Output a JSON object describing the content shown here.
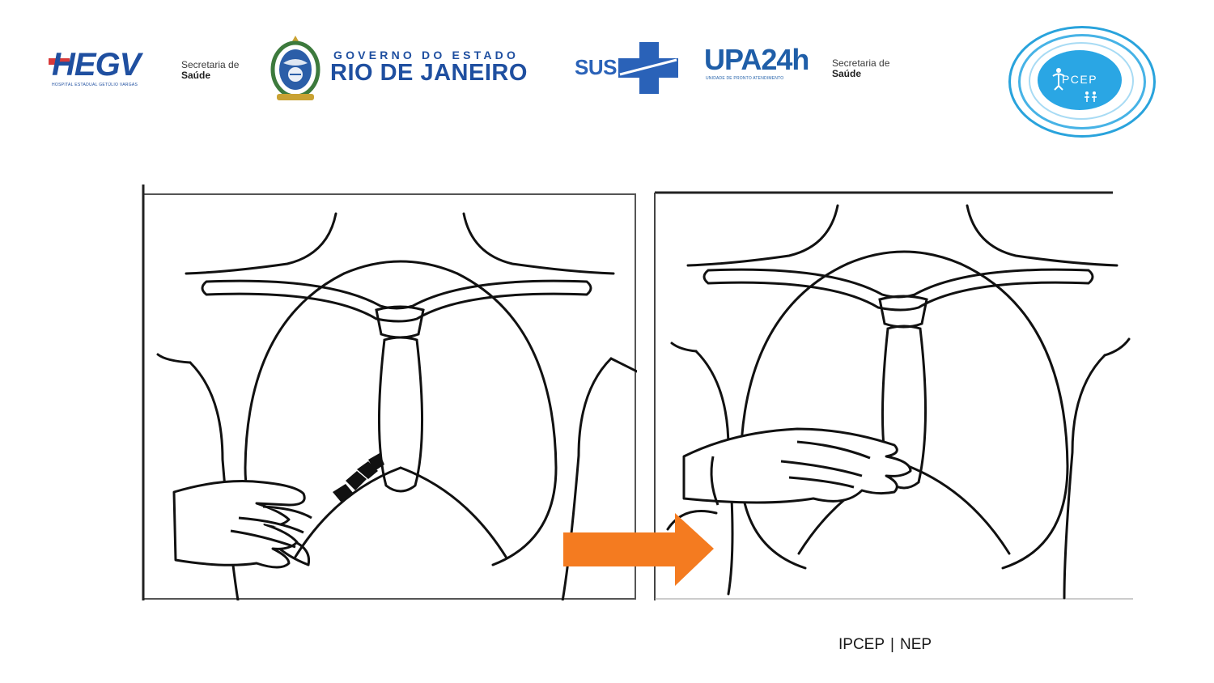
{
  "header": {
    "hegv": {
      "name": "HEGV",
      "subtitle": "HOSPITAL ESTADUAL GETÚLIO VARGAS"
    },
    "secretaria_left": {
      "line1": "Secretaria de",
      "line2": "Saúde"
    },
    "governo": {
      "top": "GOVERNO DO ESTADO",
      "main": "RIO DE JANEIRO"
    },
    "sus": {
      "name": "SUS"
    },
    "upa": {
      "name": "UPA24h",
      "subtitle": "UNIDADE DE PRONTO ATENDIMENTO"
    },
    "secretaria_right": {
      "line1": "Secretaria de",
      "line2": "Saúde"
    },
    "ipcep": {
      "name": "PCEP"
    }
  },
  "figure": {
    "panels": [
      "left",
      "right"
    ],
    "arrow_color": "#f47b20",
    "hand_marks_color": "#111111"
  },
  "footer": {
    "org": "IPCEP",
    "separator": "|",
    "unit": "NEP"
  },
  "colors": {
    "brand_blue": "#1f4fa0",
    "sus_blue": "#2a62b8",
    "ipcep_blue": "#2aa6e4",
    "accent_red": "#d83a3a"
  }
}
